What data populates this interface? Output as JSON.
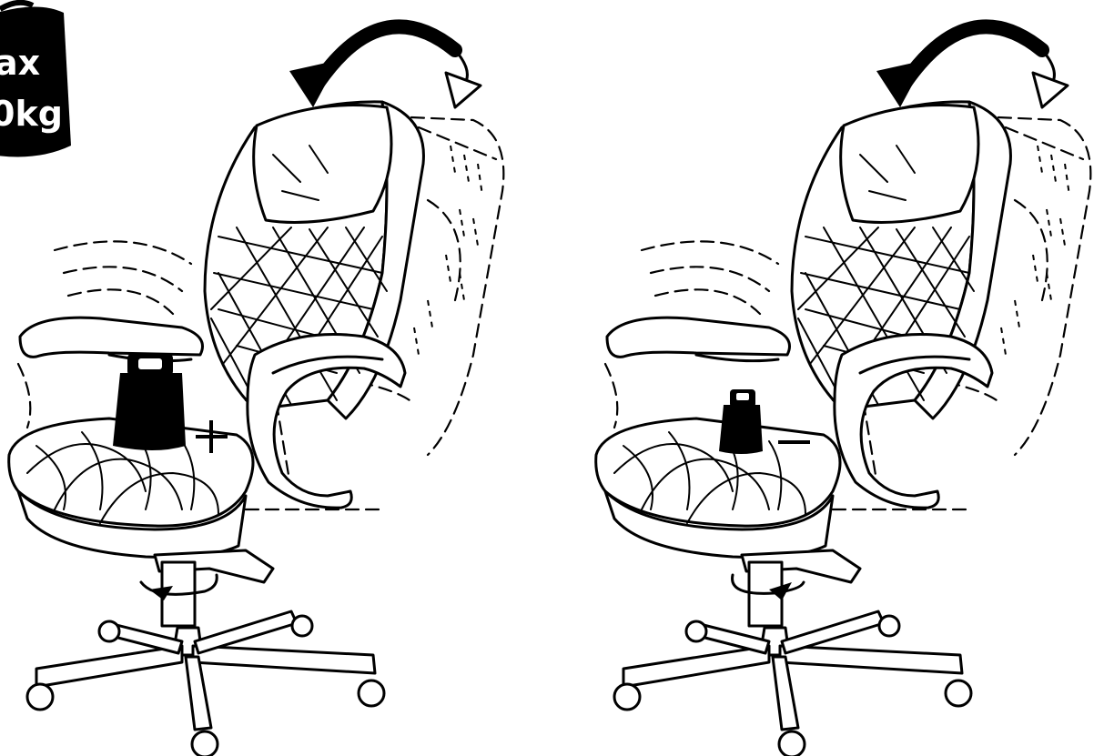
{
  "max_weight_badge": {
    "line1": "ax",
    "line2": "0kg"
  },
  "panels": [
    {
      "id": "left",
      "tension_symbol": "+",
      "rotation": "clockwise"
    },
    {
      "id": "right",
      "tension_symbol": "–",
      "rotation": "counter-clockwise"
    }
  ],
  "colors": {
    "ink": "#000000",
    "paper": "#ffffff"
  }
}
